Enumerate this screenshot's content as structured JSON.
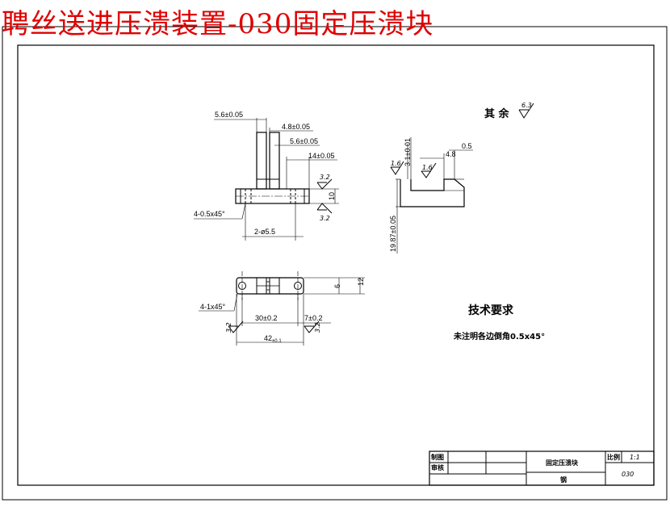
{
  "title": "聘丝送进压溃装置-030固定压溃块",
  "colors": {
    "title_red": "#e00000",
    "line": "#000000",
    "paper": "#ffffff"
  },
  "surface_note": {
    "label": "其 余",
    "value": "6.3"
  },
  "technical_requirements": {
    "heading": "技术要求",
    "note": "未注明各边倒角0.5x45°"
  },
  "dimensions": {
    "top_view": {
      "d1": "5.6±0.05",
      "d2": "4.8±0.05",
      "d3": "5.6±0.05",
      "d4": "14±0.05",
      "chamfer": "4-0.5x45°",
      "holes": "2-ø5.5",
      "height": "10",
      "roughness_top": "3.2",
      "roughness_bottom": "3.2"
    },
    "side_view": {
      "d1": "4.8",
      "d2": "0.5",
      "d3": "3.1±0.01",
      "d4": "19.87±0.05",
      "roughness_a": "1.6",
      "roughness_b": "1.6"
    },
    "front_view": {
      "d1": "6",
      "d2": "12",
      "chamfer": "4-1x45°",
      "d3": "30±0.2",
      "d4": "7±0.2",
      "d5": "42",
      "d5_tol": "±0.1",
      "roughness_left": "3.2",
      "roughness_right": "3.2"
    }
  },
  "title_block": {
    "drawn": "制图",
    "checked": "审核",
    "part_name": "固定压溃块",
    "scale_label": "比例",
    "scale_value": "1:1",
    "material": "钢",
    "drawing_no": "030"
  }
}
